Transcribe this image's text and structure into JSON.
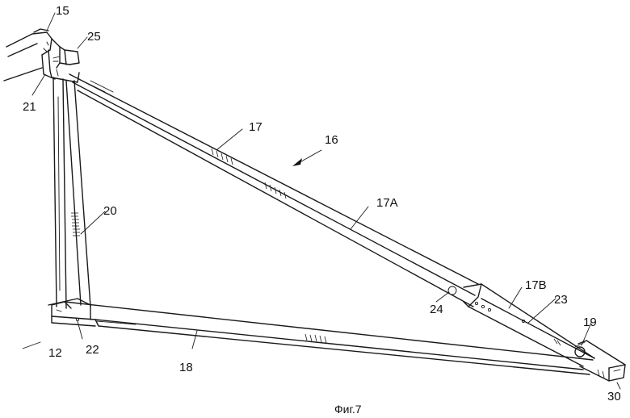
{
  "figure": {
    "caption": "Фиг.7",
    "labels": {
      "l15": "15",
      "l25": "25",
      "l21": "21",
      "l17": "17",
      "l16": "16",
      "l17a": "17A",
      "l20": "20",
      "l24": "24",
      "l17b": "17B",
      "l23": "23",
      "l19": "19",
      "l12": "12",
      "l22": "22",
      "l18": "18",
      "l30": "30"
    }
  }
}
